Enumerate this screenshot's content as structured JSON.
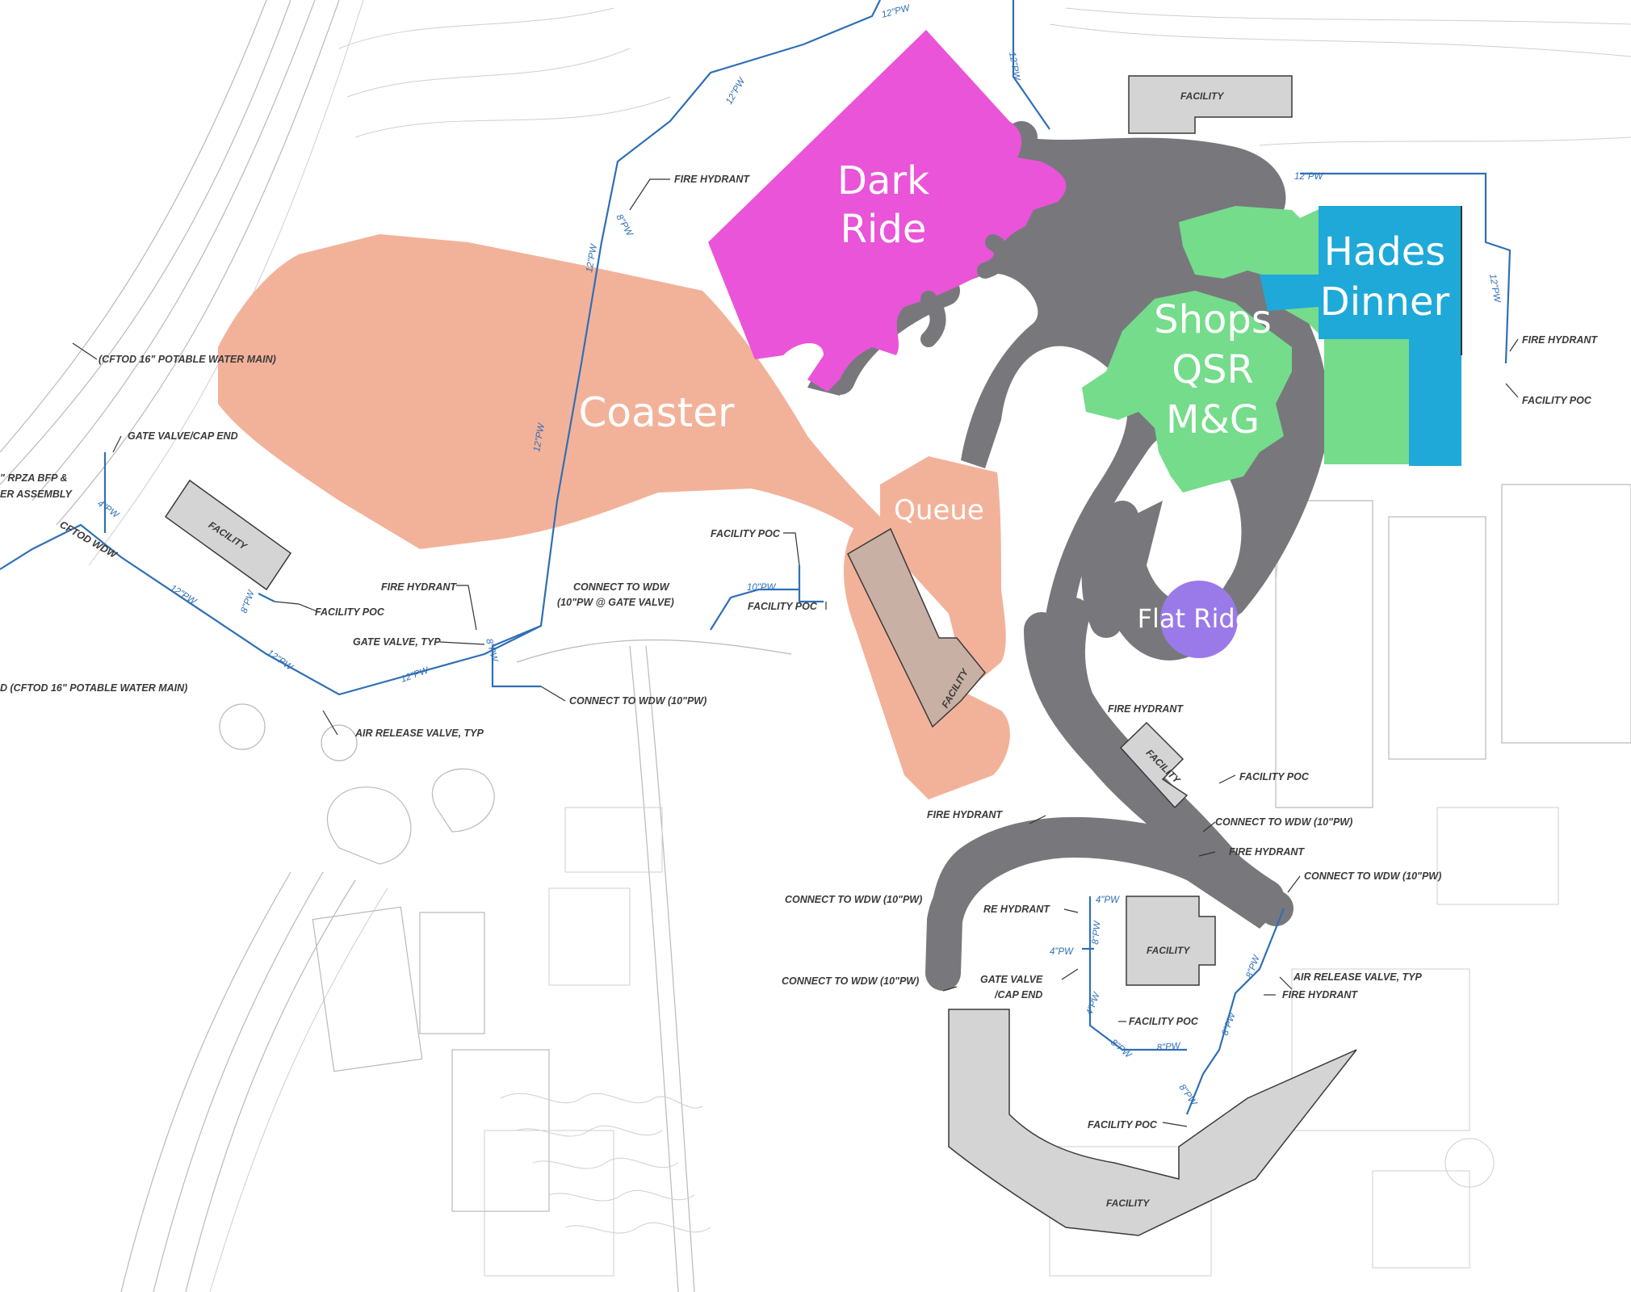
{
  "zones": {
    "dark_ride": "Dark\nRide",
    "coaster": "Coaster",
    "queue": "Queue",
    "hades_dinner": "Hades\nDinner",
    "shops": "Shops\nQSR\nM&G",
    "flat_ride": "Flat Ride"
  },
  "colors": {
    "dark_ride": "#e954d8",
    "coaster": "#f2b29a",
    "queue": "#f2b29a",
    "walkway": "#78787c",
    "shops": "#74dc8a",
    "hades_dinner": "#1fa9d8",
    "flat_ride": "#9a7ae8",
    "facility": "#d4d4d4",
    "pipe": "#2f6fb6"
  },
  "facilities": {
    "f1": "FACILITY",
    "f2": "FACILITY",
    "f3": "FACILITY",
    "f4": "FACILITY",
    "f5": "FACILITY",
    "f6": "FACILITY"
  },
  "notes": {
    "n1": "FIRE HYDRANT",
    "n2": "(CFTOD 16\" POTABLE WATER MAIN)",
    "n3": "GATE VALVE/CAP END",
    "n4": "\" RPZA BFP &",
    "n5": "ER ASSEMBLY",
    "n6": "CFTOD WDW",
    "n7": "FIRE HYDRANT",
    "n8": "FACILITY POC",
    "n9": "GATE VALVE, TYP",
    "n10": "D (CFTOD 16\" POTABLE WATER MAIN)",
    "n11": "AIR RELEASE VALVE, TYP",
    "n12": "CONNECT TO WDW (10\"PW)",
    "n13": "CONNECT TO WDW",
    "n14": "(10\"PW @ GATE VALVE)",
    "n15": "FACILITY POC",
    "n16": "FACILITY POC",
    "n17": "FIRE HYDRANT",
    "n18": "FACILITY POC",
    "n19": "FIRE HYDRANT",
    "n20": "FACILITY POC",
    "n21": "FIRE HYDRANT",
    "n22": "CONNECT TO WDW (10\"PW)",
    "n23": "FIRE HYDRANT",
    "n24": "CONNECT TO WDW (10\"PW)",
    "n25": "CONNECT TO WDW (10\"PW)",
    "n26": "RE HYDRANT",
    "n27": "CONNECT TO WDW (10\"PW)",
    "n28": "GATE VALVE",
    "n29": "/CAP END",
    "n30": "FACILITY POC",
    "n31": "AIR RELEASE VALVE, TYP",
    "n32": "FIRE HYDRANT",
    "n33": "FACILITY POC"
  },
  "pipe_labels": {
    "p1": "12\"PW",
    "p2": "12\"PW",
    "p3": "12\"PW",
    "p4": "8\"PW",
    "p5": "12\"PW",
    "p6": "12\"PW",
    "p7": "4\"PW",
    "p8": "12\"PW",
    "p9": "8\"PW",
    "p10": "12\"PW",
    "p11": "12\"PW",
    "p12": "8\"PW",
    "p13": "10\"PW",
    "p14": "12\"PW",
    "p15": "12\"PW",
    "p16": "4\"PW",
    "p17": "4\"PW",
    "p18": "4\"PW",
    "p19": "8\"PW",
    "p20": "8\"PW",
    "p21": "8\"PW",
    "p22": "8\"PW",
    "p23": "8\"PW",
    "p24": "8\"PW"
  }
}
